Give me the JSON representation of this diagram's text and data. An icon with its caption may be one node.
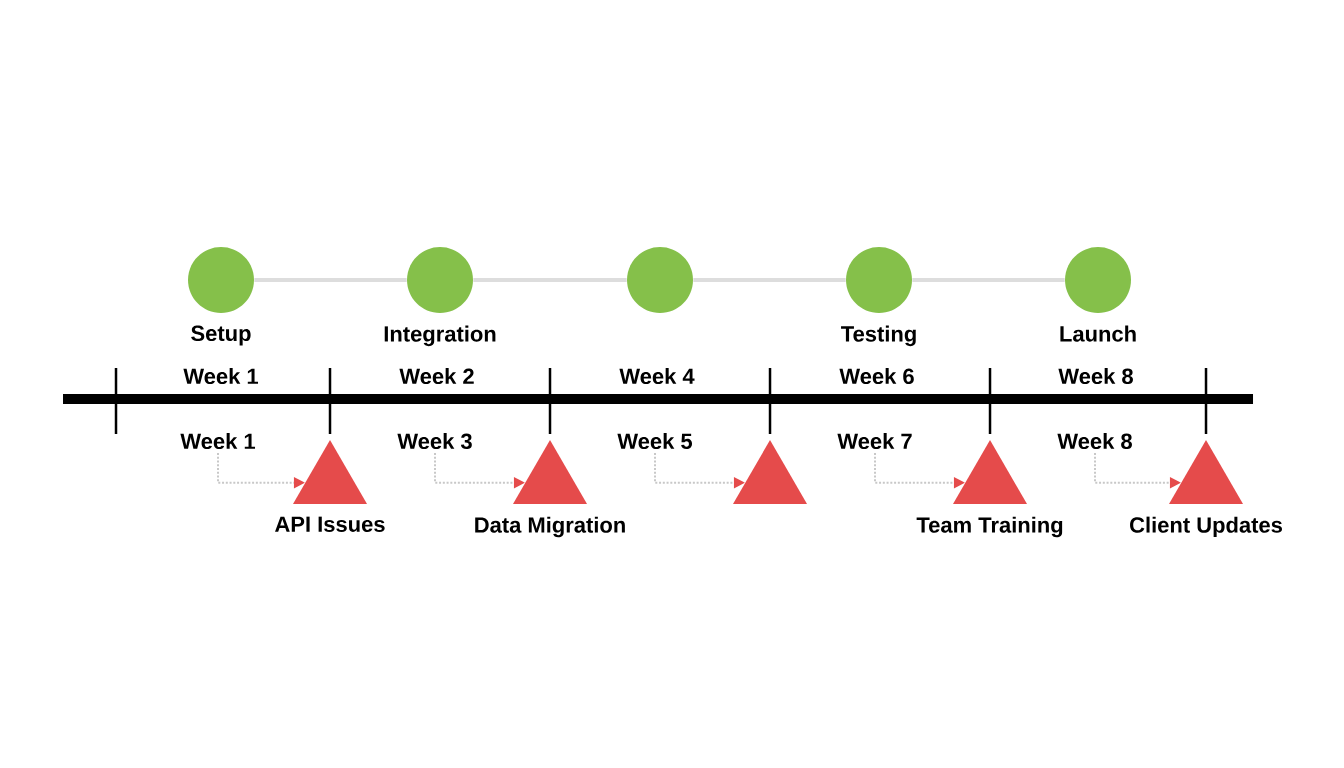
{
  "diagram": {
    "nodes": [
      {
        "text": [
          "Setup"
        ]
      },
      {
        "text": [
          "Integration"
        ]
      },
      {
        "text": [],
        "shape": "circle"
      },
      {
        "text": [
          "Testing"
        ]
      },
      {
        "text": [
          "Launch"
        ]
      },
      {
        "text": [
          "Week 1"
        ]
      },
      {
        "text": [
          "Week 3"
        ]
      },
      {
        "text": [
          "Week 5"
        ]
      },
      {
        "text": [
          "Week 7"
        ]
      },
      {
        "text": [
          "Week 8"
        ]
      },
      {
        "text": [
          "API Issues"
        ]
      },
      {
        "text": [
          "Data Migration"
        ]
      },
      {
        "text": [],
        "shape": "triangle"
      },
      {
        "text": [
          "Team Training"
        ]
      },
      {
        "text": [
          "Client Updates"
        ]
      }
    ],
    "edges": [
      {
        "from": 0,
        "to": 1,
        "arrow": "none"
      },
      {
        "from": 1,
        "to": 2,
        "arrow": "none"
      },
      {
        "from": 2,
        "to": 3,
        "arrow": "none"
      },
      {
        "from": 3,
        "to": 4,
        "arrow": "none"
      },
      {
        "from": 5,
        "to": 10,
        "arrow": "to",
        "style": "dashed"
      },
      {
        "from": 6,
        "to": 11,
        "arrow": "to",
        "style": "dashed"
      },
      {
        "from": 7,
        "to": 12,
        "arrow": "to",
        "style": "dashed"
      },
      {
        "from": 8,
        "to": 13,
        "arrow": "to",
        "style": "dashed"
      },
      {
        "from": 9,
        "to": 14,
        "arrow": "to",
        "style": "dashed"
      }
    ],
    "labels": [
      "Week 1",
      "Week 2",
      "Week 4",
      "Week 6",
      "Week 8"
    ]
  }
}
